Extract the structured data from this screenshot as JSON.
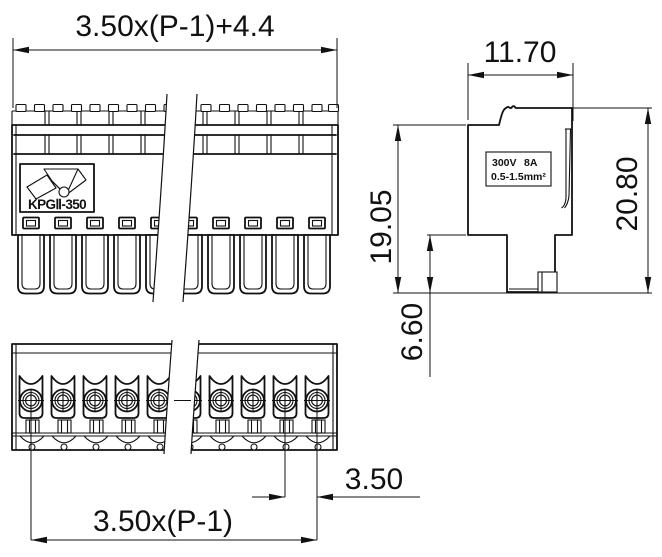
{
  "drawing": {
    "product_code": "KPGⅡ-350",
    "rating": {
      "voltage": "300V",
      "current": "8A",
      "wire_range": "0.5-1.5mm²"
    },
    "dimensions": {
      "front_overall_width": "3.50x(P-1)+4.4",
      "side_width": "11.70",
      "side_height_body": "19.05",
      "side_height_overall": "20.80",
      "pin_length": "6.60",
      "pitch": "3.50",
      "pitch_span": "3.50x(P-1)"
    },
    "colors": {
      "line": "#111111",
      "background": "#ffffff"
    }
  }
}
